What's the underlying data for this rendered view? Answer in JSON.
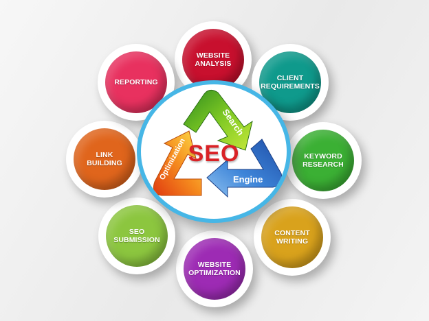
{
  "center": {
    "title": "SEO",
    "arrows": {
      "search": "Search",
      "engine": "Engine",
      "optimization": "Optimization"
    }
  },
  "nodes": [
    {
      "id": "website-analysis",
      "label": "WEBSITE\nANALYSIS",
      "color": "#c8102e"
    },
    {
      "id": "client-requirements",
      "label": "CLIENT\nREQUIREMENTS",
      "color": "#0f9a8c"
    },
    {
      "id": "keyword-research",
      "label": "KEYWORD\nRESEARCH",
      "color": "#3bb034"
    },
    {
      "id": "content-writing",
      "label": "CONTENT\nWRITING",
      "color": "#d9a21c"
    },
    {
      "id": "website-optimization",
      "label": "WEBSITE\nOPTIMIZATION",
      "color": "#9d2bb4"
    },
    {
      "id": "seo-submission",
      "label": "SEO\nSUBMISSION",
      "color": "#8cc63f"
    },
    {
      "id": "link-building",
      "label": "LINK\nBUILDING",
      "color": "#e0651c"
    },
    {
      "id": "reporting",
      "label": "REPORTING",
      "color": "#e8315f"
    }
  ]
}
